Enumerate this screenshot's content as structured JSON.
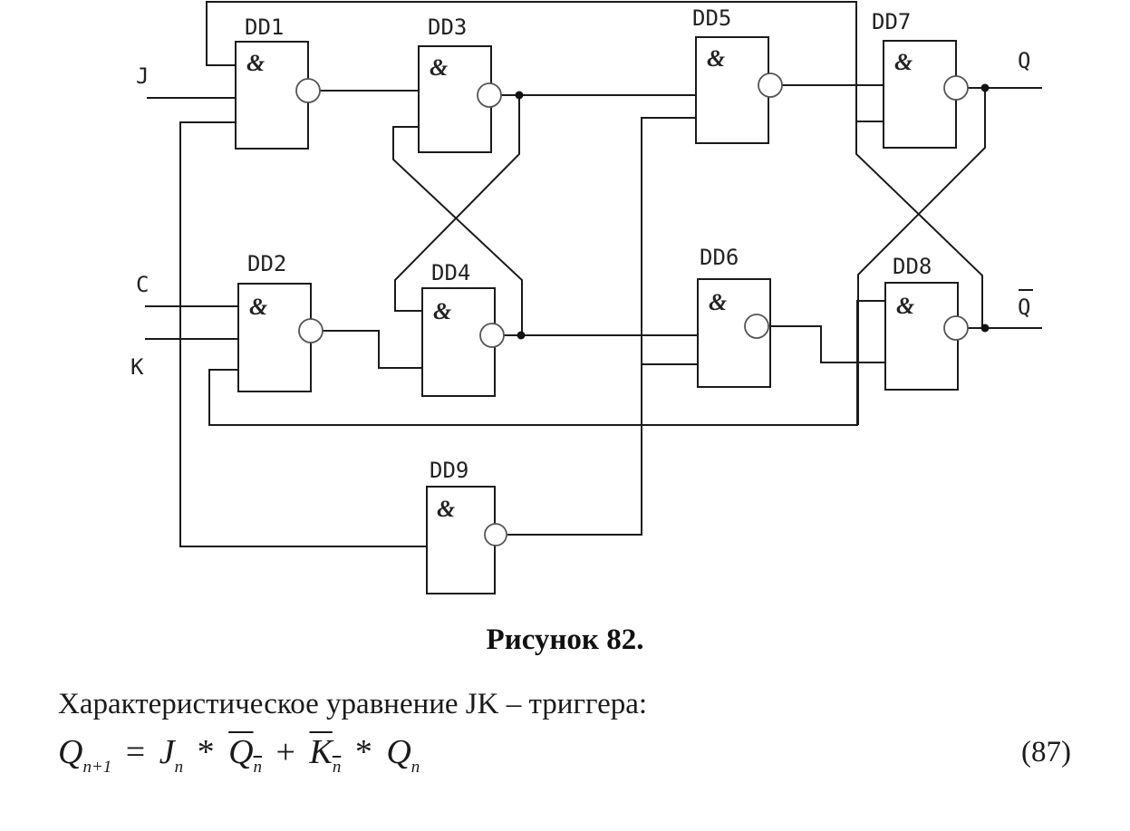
{
  "figure": {
    "caption": "Рисунок 82.",
    "inputs": {
      "J": "J",
      "C": "C",
      "K": "K"
    },
    "outputs": {
      "Q": "Q",
      "Q_bar": "Q"
    },
    "gate_symbol": "&",
    "gates": [
      {
        "id": "DD1",
        "label": "DD1",
        "type": "NAND"
      },
      {
        "id": "DD2",
        "label": "DD2",
        "type": "NAND"
      },
      {
        "id": "DD3",
        "label": "DD3",
        "type": "NAND"
      },
      {
        "id": "DD4",
        "label": "DD4",
        "type": "NAND"
      },
      {
        "id": "DD5",
        "label": "DD5",
        "type": "NAND"
      },
      {
        "id": "DD6",
        "label": "DD6",
        "type": "NAND"
      },
      {
        "id": "DD7",
        "label": "DD7",
        "type": "NAND"
      },
      {
        "id": "DD8",
        "label": "DD8",
        "type": "NAND"
      },
      {
        "id": "DD9",
        "label": "DD9",
        "type": "NAND"
      }
    ]
  },
  "text": {
    "paragraph": "Характеристическое уравнение JK – триггера:",
    "equation": {
      "lhs": "Q",
      "lhs_sub": "n+1",
      "eq": "=",
      "t1": "J",
      "t1_sub": "n",
      "mul1": "*",
      "t2": "Q",
      "t2_sub": "n",
      "plus": "+",
      "t3": "K",
      "t3_sub": "n",
      "mul2": "*",
      "t4": "Q",
      "t4_sub": "n"
    },
    "equation_number": "(87)"
  }
}
